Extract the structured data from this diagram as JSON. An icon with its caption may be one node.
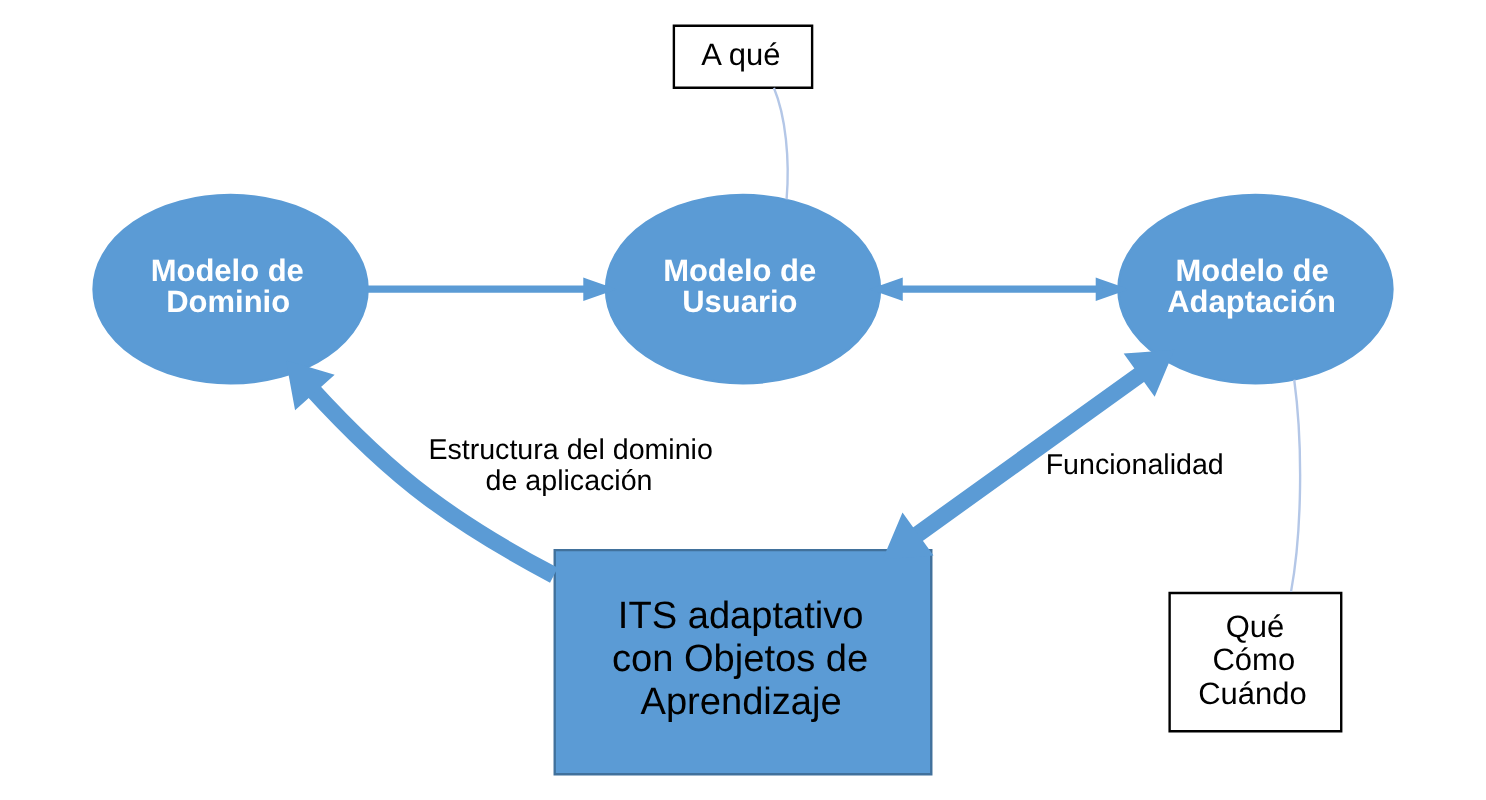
{
  "diagram": {
    "nodes": [
      {
        "text": [
          "Modelo de Dominio"
        ]
      },
      {
        "text": [
          "Modelo de Usuario"
        ]
      },
      {
        "text": [
          "Modelo de Adaptación"
        ]
      },
      {
        "text": [
          "A qué"
        ]
      },
      {
        "text": [
          "Qué Cómo Cuándo"
        ]
      },
      {
        "text": [
          "ITS adaptativo con Objetos de Aprendizaje"
        ]
      }
    ],
    "edges": [
      {
        "from": 0,
        "to": 1,
        "arrow": "to"
      },
      {
        "from": 1,
        "to": 2,
        "arrow": "both"
      },
      {
        "from": 1,
        "to": 3,
        "arrow": "none",
        "color": "#b4c7e7"
      },
      {
        "from": 2,
        "to": 4,
        "arrow": "none",
        "color": "#b4c7e7"
      },
      {
        "from": 5,
        "to": 0,
        "arrow": "to",
        "label": "Estructura del dominio de aplicación",
        "style": "thick"
      },
      {
        "from": 2,
        "to": 5,
        "arrow": "both",
        "label": "Funcionalidad",
        "style": "thick"
      }
    ]
  }
}
